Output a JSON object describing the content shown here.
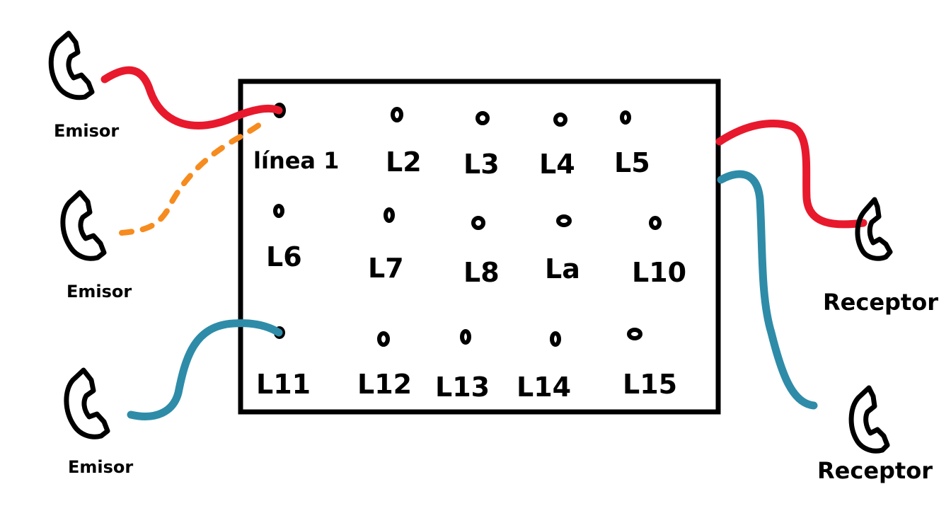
{
  "board": {
    "lines": [
      {
        "label": "línea 1"
      },
      {
        "label": "L2"
      },
      {
        "label": "L3"
      },
      {
        "label": "L4"
      },
      {
        "label": "L5"
      },
      {
        "label": "L6"
      },
      {
        "label": "L7"
      },
      {
        "label": "L8"
      },
      {
        "label": "La"
      },
      {
        "label": "L10"
      },
      {
        "label": "L11"
      },
      {
        "label": "L12"
      },
      {
        "label": "L13"
      },
      {
        "label": "L14"
      },
      {
        "label": "L15"
      }
    ]
  },
  "phones": {
    "emisor_1": "Emisor",
    "emisor_2": "Emisor",
    "emisor_3": "Emisor",
    "receptor_1": "Receptor",
    "receptor_2": "Receptor"
  },
  "colors": {
    "red_cable": "#e8192c",
    "orange_cable": "#f68b1f",
    "blue_cable": "#2e8ca8",
    "ink": "#000000"
  }
}
